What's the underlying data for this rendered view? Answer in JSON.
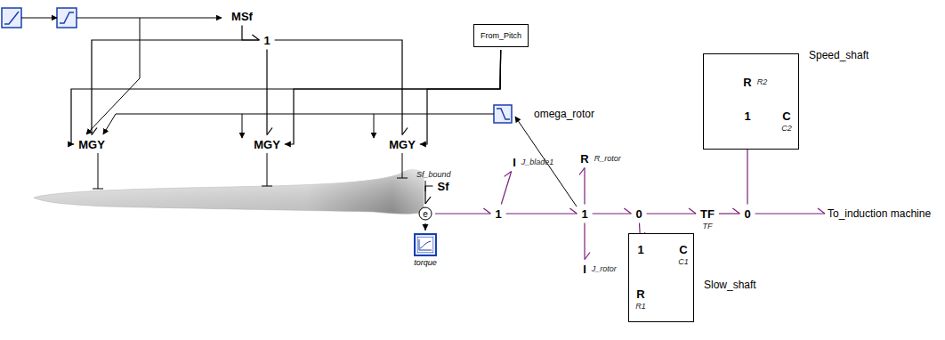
{
  "diagram": {
    "nodes": [
      {
        "text": [
          "MSf"
        ]
      },
      {
        "text": [
          "1"
        ]
      },
      {
        "text": [
          "MGY"
        ]
      },
      {
        "text": [
          "MGY"
        ]
      },
      {
        "text": [
          "MGY"
        ]
      },
      {
        "text": [
          "From_Pitch"
        ]
      },
      {
        "text": [
          "Sf",
          "Sf_bound"
        ]
      },
      {
        "text": [
          "1"
        ]
      },
      {
        "text": [
          "I",
          "J_blade1"
        ]
      },
      {
        "text": [
          "1"
        ]
      },
      {
        "text": [
          "R",
          "R_rotor"
        ]
      },
      {
        "text": [
          "I",
          "J_rotor"
        ]
      },
      {
        "text": [
          "0"
        ]
      },
      {
        "text": [
          "TF",
          "TF"
        ]
      },
      {
        "text": [
          "0"
        ]
      },
      {
        "text": [
          "Slow_shaft"
        ]
      },
      {
        "text": [
          "1"
        ],
        "in": 15
      },
      {
        "text": [
          "C",
          "C1"
        ],
        "in": 15
      },
      {
        "text": [
          "R",
          "R1"
        ],
        "in": 15
      },
      {
        "text": [
          "Speed_shaft"
        ]
      },
      {
        "text": [
          "R",
          "R2"
        ],
        "in": 19
      },
      {
        "text": [
          "1"
        ],
        "in": 19
      },
      {
        "text": [
          "C",
          "C2"
        ],
        "in": 19
      },
      {
        "text": [
          "To_induction machine"
        ]
      },
      {
        "text": [
          "e"
        ]
      },
      {
        "text": [
          "torque"
        ]
      }
    ],
    "edges": [
      {
        "from": 0,
        "to": 1,
        "arrow": "to"
      },
      {
        "from": 1,
        "to": 2,
        "arrow": "to"
      },
      {
        "from": 1,
        "to": 3,
        "arrow": "to"
      },
      {
        "from": 1,
        "to": 4,
        "arrow": "to"
      },
      {
        "from": 5,
        "to": 2,
        "arrow": "to"
      },
      {
        "from": 5,
        "to": 3,
        "arrow": "to"
      },
      {
        "from": 5,
        "to": 4,
        "arrow": "to"
      },
      {
        "from": 6,
        "to": 24,
        "arrow": "to"
      },
      {
        "from": 24,
        "to": 7,
        "arrow": "to"
      },
      {
        "from": 24,
        "to": 25,
        "arrow": "to"
      },
      {
        "from": 7,
        "to": 8,
        "arrow": "to"
      },
      {
        "from": 7,
        "to": 9,
        "arrow": "to"
      },
      {
        "from": 9,
        "to": 10,
        "arrow": "to"
      },
      {
        "from": 9,
        "to": 11,
        "arrow": "to"
      },
      {
        "from": 9,
        "to": 12,
        "arrow": "to"
      },
      {
        "from": 12,
        "to": 16,
        "arrow": "to"
      },
      {
        "from": 16,
        "to": 17,
        "arrow": "to"
      },
      {
        "from": 16,
        "to": 18,
        "arrow": "to"
      },
      {
        "from": 12,
        "to": 13,
        "arrow": "to"
      },
      {
        "from": 13,
        "to": 14,
        "arrow": "to"
      },
      {
        "from": 14,
        "to": 21,
        "arrow": "to"
      },
      {
        "from": 21,
        "to": 20,
        "arrow": "to"
      },
      {
        "from": 21,
        "to": 22,
        "arrow": "to"
      },
      {
        "from": 14,
        "to": 23,
        "arrow": "to"
      }
    ],
    "labels": [
      "omega_rotor"
    ]
  }
}
